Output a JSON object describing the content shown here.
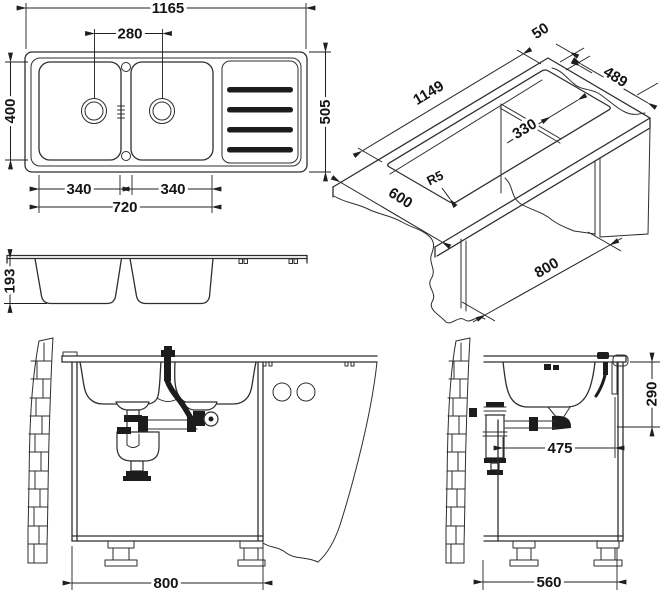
{
  "drawing": {
    "views": {
      "plan": {
        "dims": {
          "overall_length": "1165",
          "drain_spacing": "280",
          "bowl_width": "400",
          "overall_width": "505",
          "left_bowl_length": "340",
          "right_bowl_length": "340",
          "bowls_span": "720"
        }
      },
      "isometric": {
        "dims": {
          "edge_gap": "50",
          "cutout_width": "489",
          "cutout_length": "1149",
          "divider_offset": "330",
          "corner_radius": "R5",
          "worktop_depth": "600",
          "cabinet_width": "800"
        }
      },
      "profile": {
        "dims": {
          "bowl_depth": "193"
        }
      },
      "front": {
        "dims": {
          "cabinet_width": "800"
        }
      },
      "side": {
        "dims": {
          "drain_height": "290",
          "trap_offset": "475",
          "cabinet_depth": "560"
        }
      }
    }
  }
}
